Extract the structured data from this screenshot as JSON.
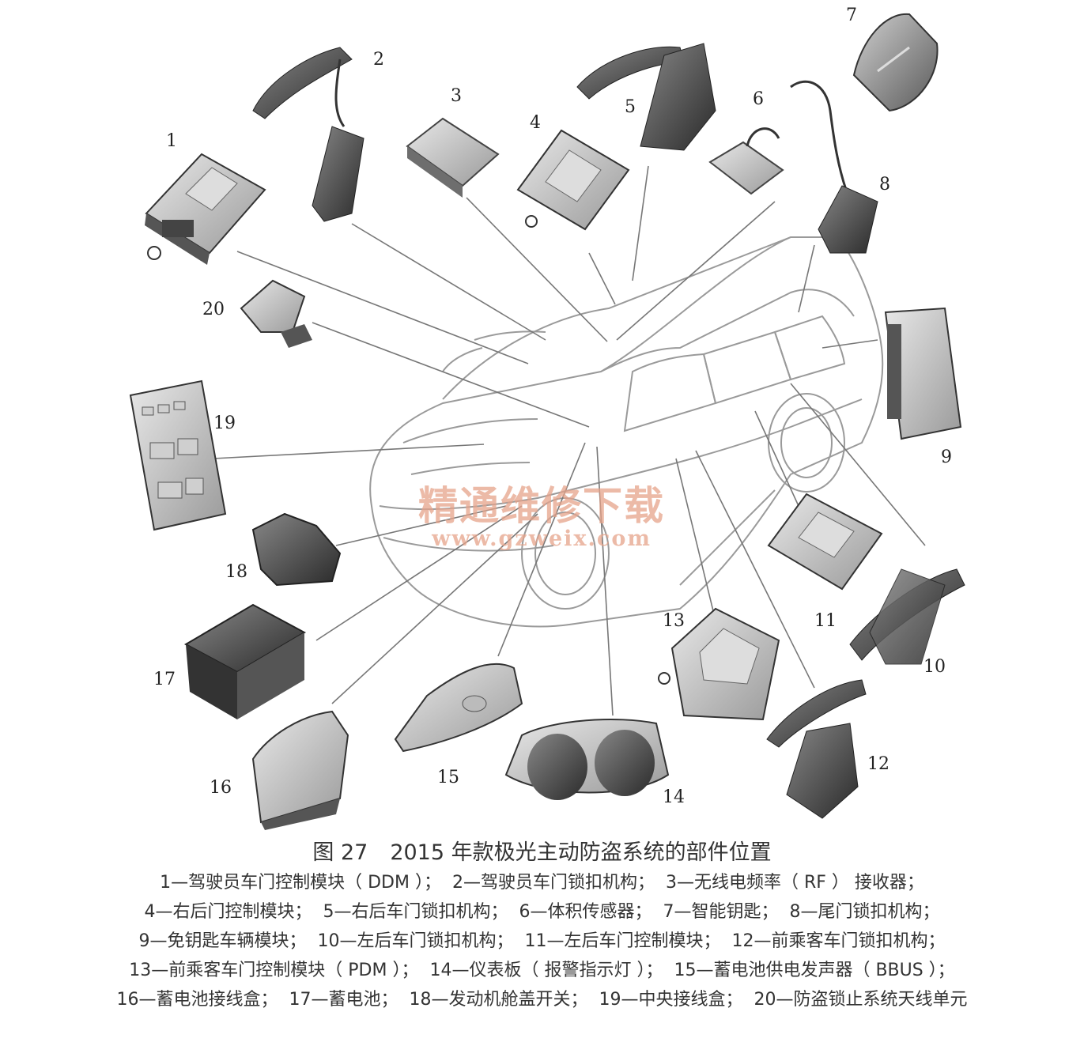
{
  "figure": {
    "number": "图 27",
    "title": "2015 年款极光主动防盗系统的部件位置"
  },
  "watermark": {
    "text": "精通维修下载",
    "url": "www.gzweix.com"
  },
  "callouts": [
    "1",
    "2",
    "3",
    "4",
    "5",
    "6",
    "7",
    "8",
    "9",
    "10",
    "11",
    "12",
    "13",
    "14",
    "15",
    "16",
    "17",
    "18",
    "19",
    "20"
  ],
  "legend_lines": [
    [
      "1—驾驶员车门控制模块（ DDM ）；",
      "2—驾驶员车门锁扣机构；",
      "3—无线电频率（ RF ） 接收器；"
    ],
    [
      "4—右后门控制模块；",
      "5—右后车门锁扣机构；",
      "6—体积传感器；",
      "7—智能钥匙；",
      "8—尾门锁扣机构；"
    ],
    [
      "9—免钥匙车辆模块；",
      "10—左后车门锁扣机构；",
      "11—左后车门控制模块；",
      "12—前乘客车门锁扣机构；"
    ],
    [
      "13—前乘客车门控制模块（ PDM ）；",
      "14—仪表板（ 报警指示灯 ）；",
      "15—蓄电池供电发声器（ BBUS ）；"
    ],
    [
      "16—蓄电池接线盒；",
      "17—蓄电池；",
      "18—发动机舱盖开关；",
      "19—中央接线盒；",
      "20—防盗锁止系统天线单元"
    ]
  ]
}
